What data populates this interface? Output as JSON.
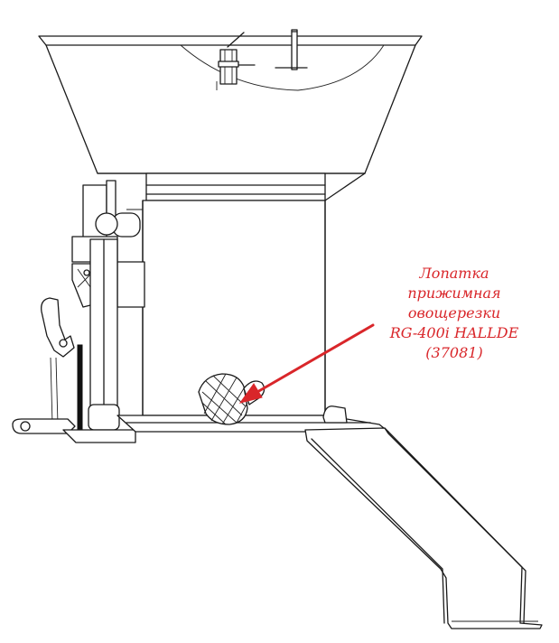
{
  "callout": {
    "lines": [
      "Лопатка",
      "прижимная",
      "овощерезки",
      "RG-400i HALLDE",
      "(37081)"
    ],
    "color": "#d9262a"
  }
}
